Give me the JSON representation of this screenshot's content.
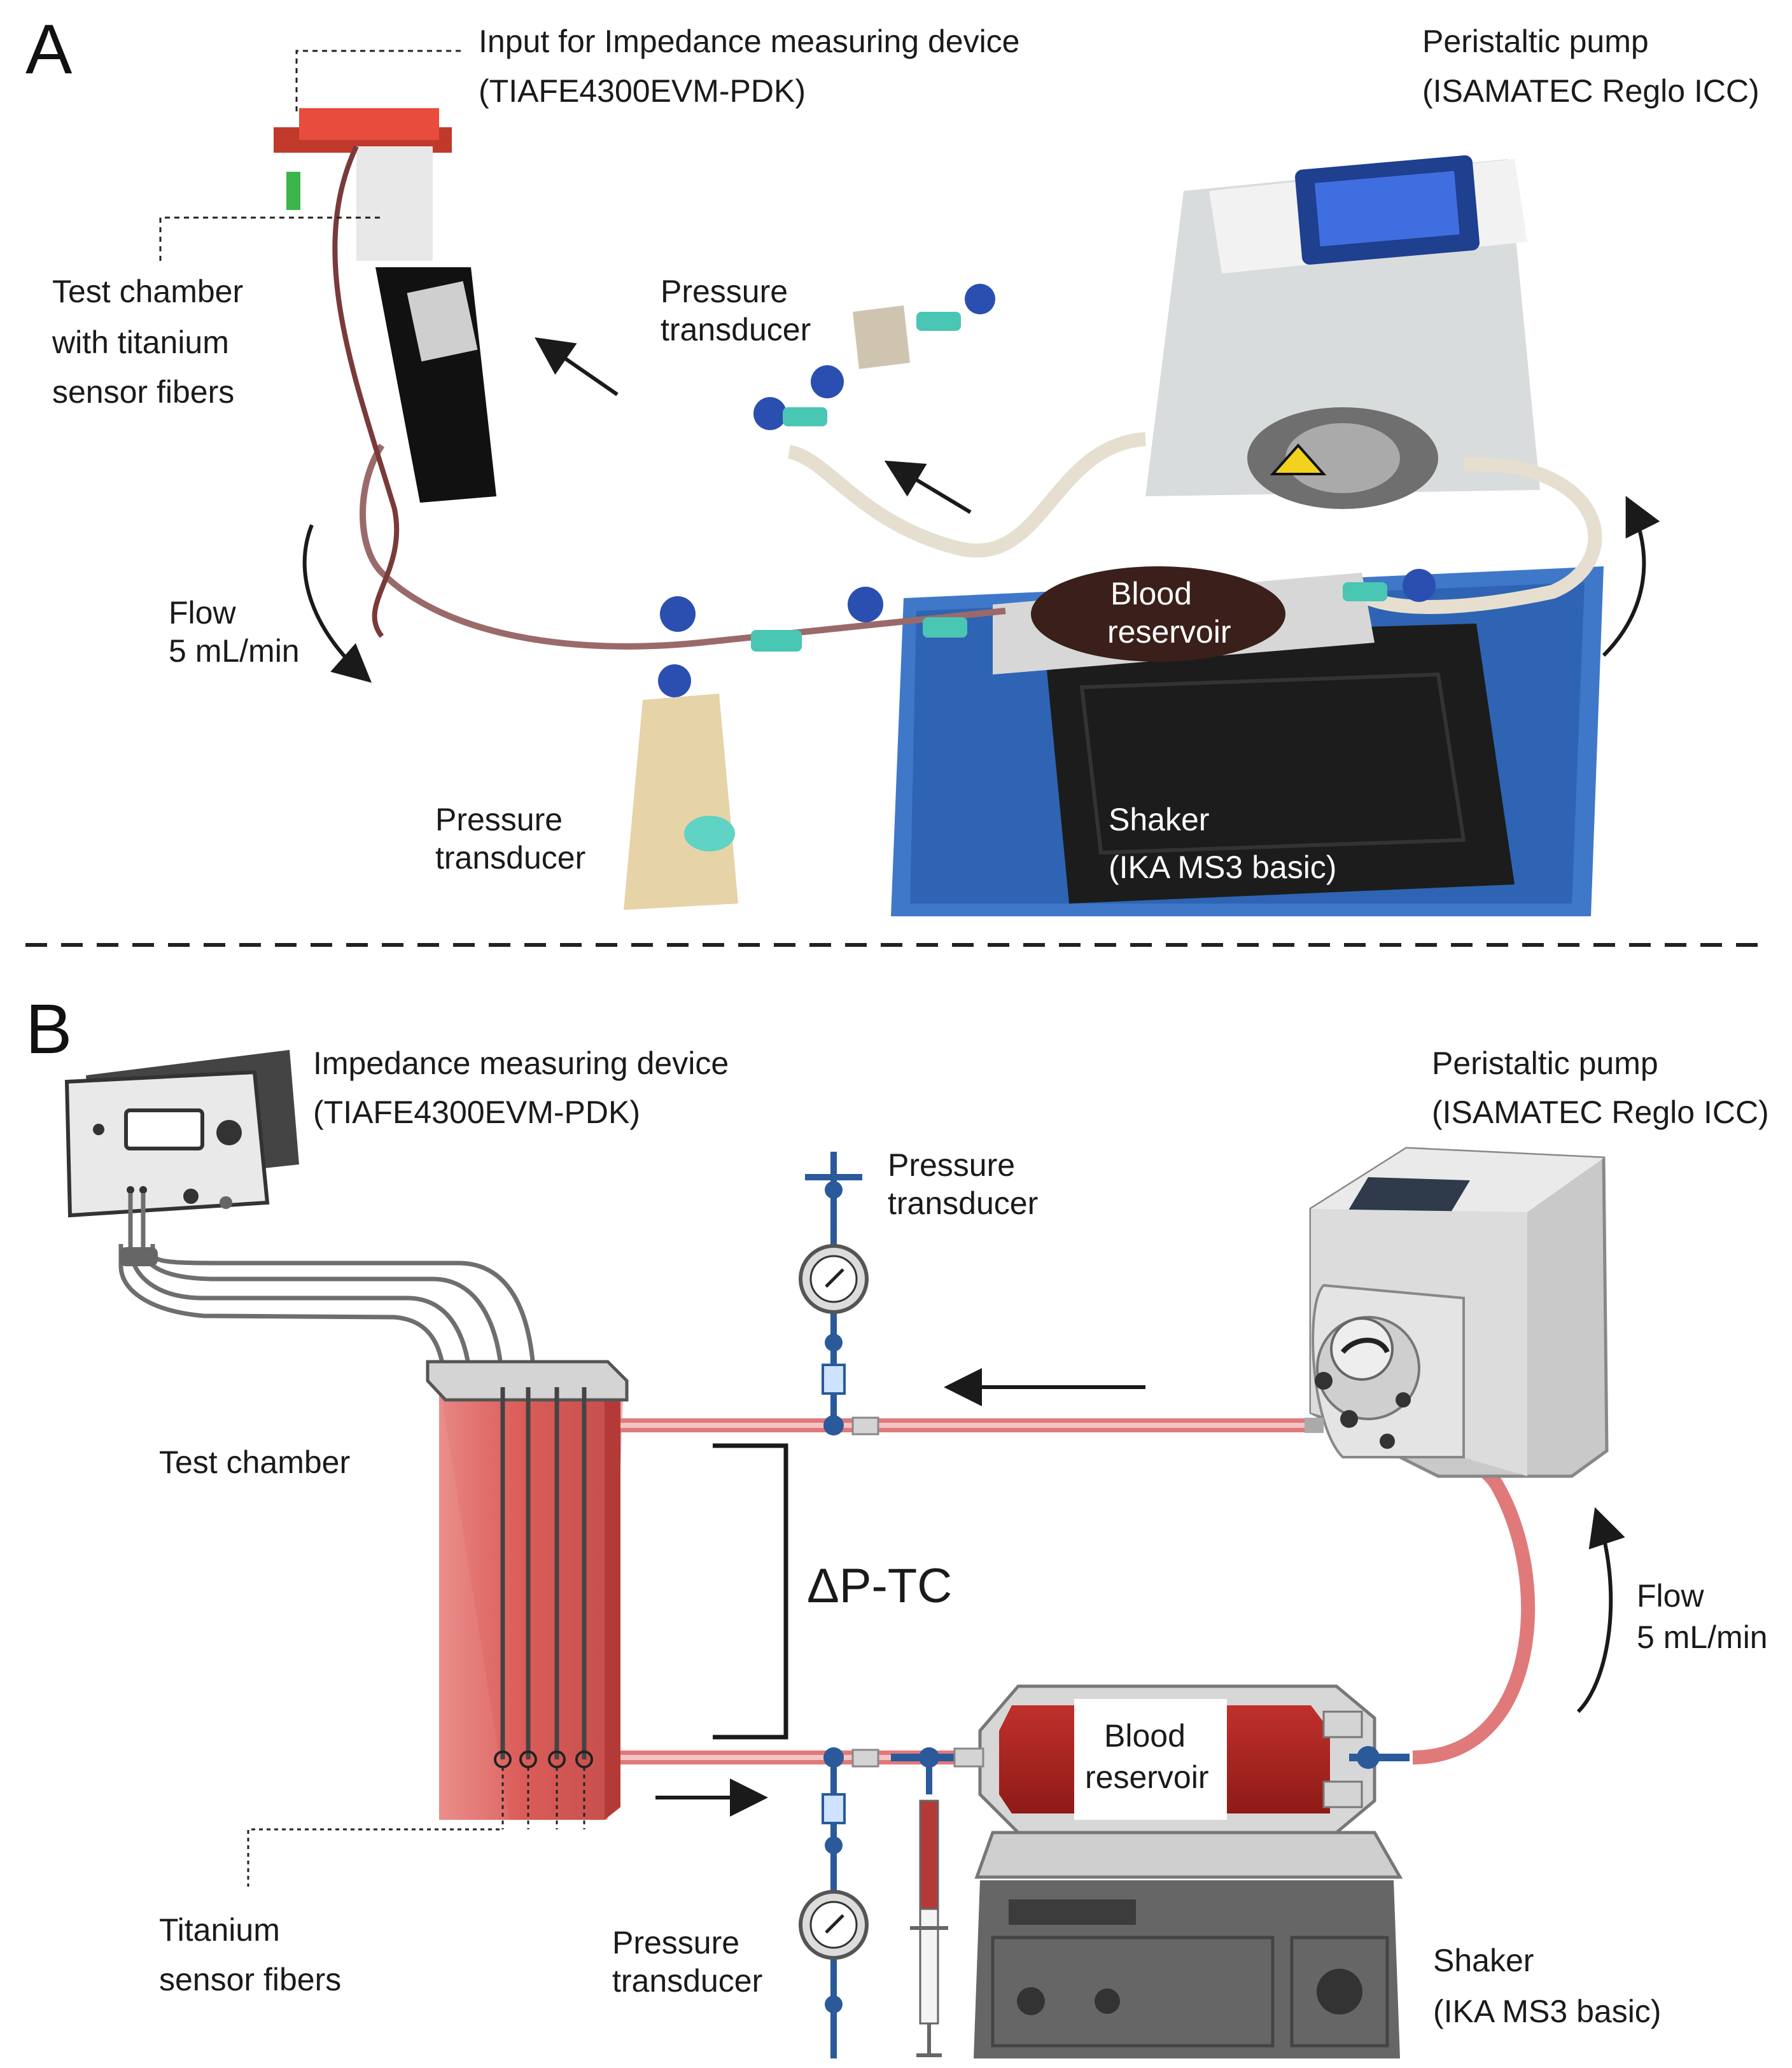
{
  "panel_a": {
    "letter": "A",
    "impedance_input": [
      "Input for Impedance measuring device",
      "(TIAFE4300EVM-PDK)"
    ],
    "pump": [
      "Peristaltic pump",
      "(ISAMATEC Reglo ICC)"
    ],
    "test_chamber": [
      "Test chamber",
      "with titanium",
      "sensor fibers"
    ],
    "pressure_top": [
      "Pressure",
      "transducer"
    ],
    "flow": [
      "Flow",
      "5 mL/min"
    ],
    "blood": [
      "Blood",
      "reservoir"
    ],
    "pressure_bottom": [
      "Pressure",
      "transducer"
    ],
    "shaker": [
      "Shaker",
      "(IKA MS3 basic)"
    ]
  },
  "panel_b": {
    "letter": "B",
    "impedance_device": [
      "Impedance measuring device",
      "(TIAFE4300EVM-PDK)"
    ],
    "pump": [
      "Peristaltic pump",
      "(ISAMATEC Reglo ICC)"
    ],
    "pressure_top": [
      "Pressure",
      "transducer"
    ],
    "test_chamber": "Test chamber",
    "delta": "ΔP-TC",
    "flow": [
      "Flow",
      "5 mL/min"
    ],
    "blood": [
      "Blood",
      "reservoir"
    ],
    "titanium": [
      "Titanium",
      "sensor fibers"
    ],
    "pressure_bottom": [
      "Pressure",
      "transducer"
    ],
    "shaker": [
      "Shaker",
      "(IKA MS3 basic)"
    ]
  },
  "colors": {
    "tubing_red": "#e07a7a",
    "connector_blue": "#2a5a9a",
    "chamber_red": "#d9534f",
    "shaker_blue": "#3f78c8"
  }
}
